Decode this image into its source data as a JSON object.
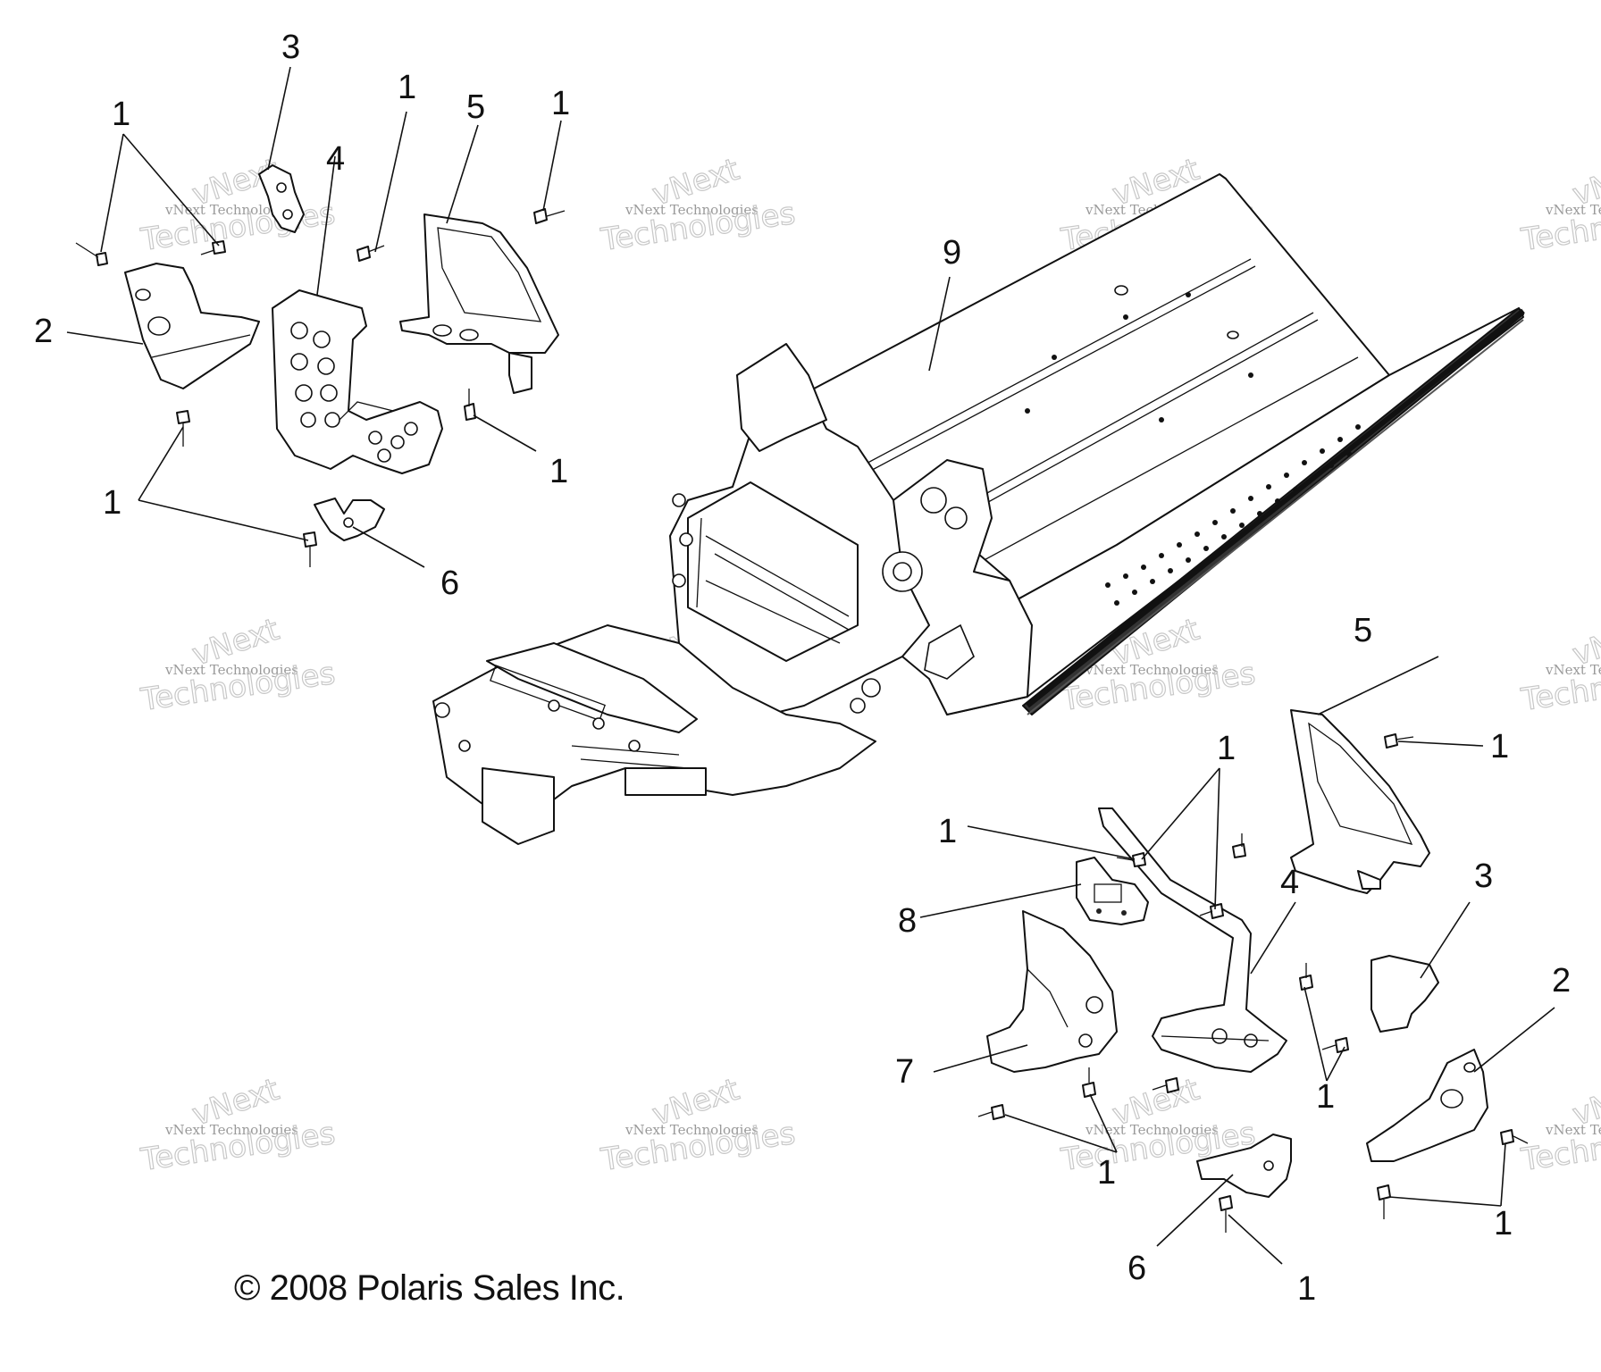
{
  "copyright": "© 2008 Polaris Sales Inc.",
  "watermark": {
    "line1": "vNext",
    "line2": "vNext Technologies",
    "line3": "Technologies"
  },
  "callouts": {
    "fastener": "1",
    "bracket_2": "2",
    "bracket_3": "3",
    "footrest_4": "4",
    "bracket_5": "5",
    "bracket_6": "6",
    "panel_7": "7",
    "bracket_8": "8",
    "chassis_9": "9"
  }
}
